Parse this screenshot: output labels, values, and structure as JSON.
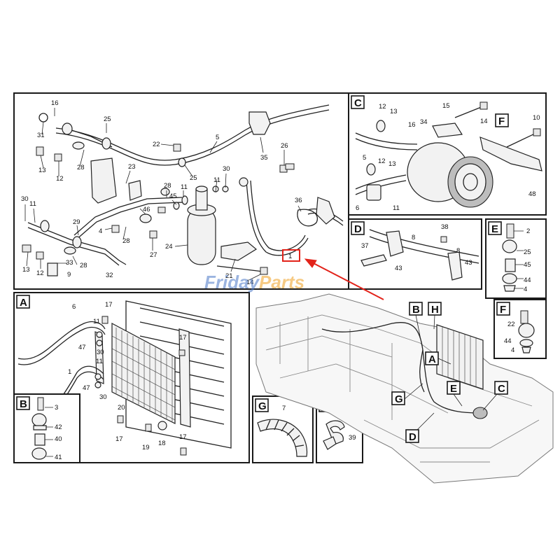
{
  "watermark": {
    "part1": "Friday",
    "part2": "Parts",
    "color": "#4a78c8",
    "accent": "#f0a020"
  },
  "highlight_label": "1",
  "highlight_color": "#e2231a",
  "views": {
    "A": "A",
    "B": "B",
    "C": "C",
    "D": "D",
    "E": "E",
    "F": "F",
    "G": "G",
    "H": "H"
  },
  "main_callouts": [
    "16",
    "31",
    "25",
    "22",
    "5",
    "35",
    "26",
    "13",
    "12",
    "28",
    "23",
    "25",
    "11",
    "30",
    "28",
    "11",
    "45",
    "36",
    "27",
    "30",
    "11",
    "4",
    "46",
    "29",
    "28",
    "24",
    "33",
    "32",
    "21",
    "14",
    "13",
    "12",
    "9",
    "28",
    "1"
  ],
  "view_c_callouts": [
    "12",
    "13",
    "16",
    "34",
    "15",
    "14",
    "10",
    "5",
    "12",
    "13",
    "6",
    "11",
    "48",
    "F"
  ],
  "view_d_callouts": [
    "38",
    "8",
    "37",
    "43",
    "8",
    "43"
  ],
  "view_e_callouts": [
    "2",
    "25",
    "45",
    "44",
    "4"
  ],
  "view_f_callouts": [
    "22",
    "44",
    "4"
  ],
  "view_a_callouts": [
    "6",
    "17",
    "11",
    "47",
    "30",
    "1",
    "47",
    "30",
    "11",
    "17",
    "20",
    "17",
    "19",
    "18",
    "17"
  ],
  "view_b_callouts": [
    "3",
    "42",
    "40",
    "41"
  ],
  "view_g_callouts": [
    "7"
  ],
  "view_h_callouts": [
    "39"
  ],
  "machine_labels": [
    "B",
    "H",
    "A",
    "G",
    "E",
    "C",
    "D"
  ]
}
